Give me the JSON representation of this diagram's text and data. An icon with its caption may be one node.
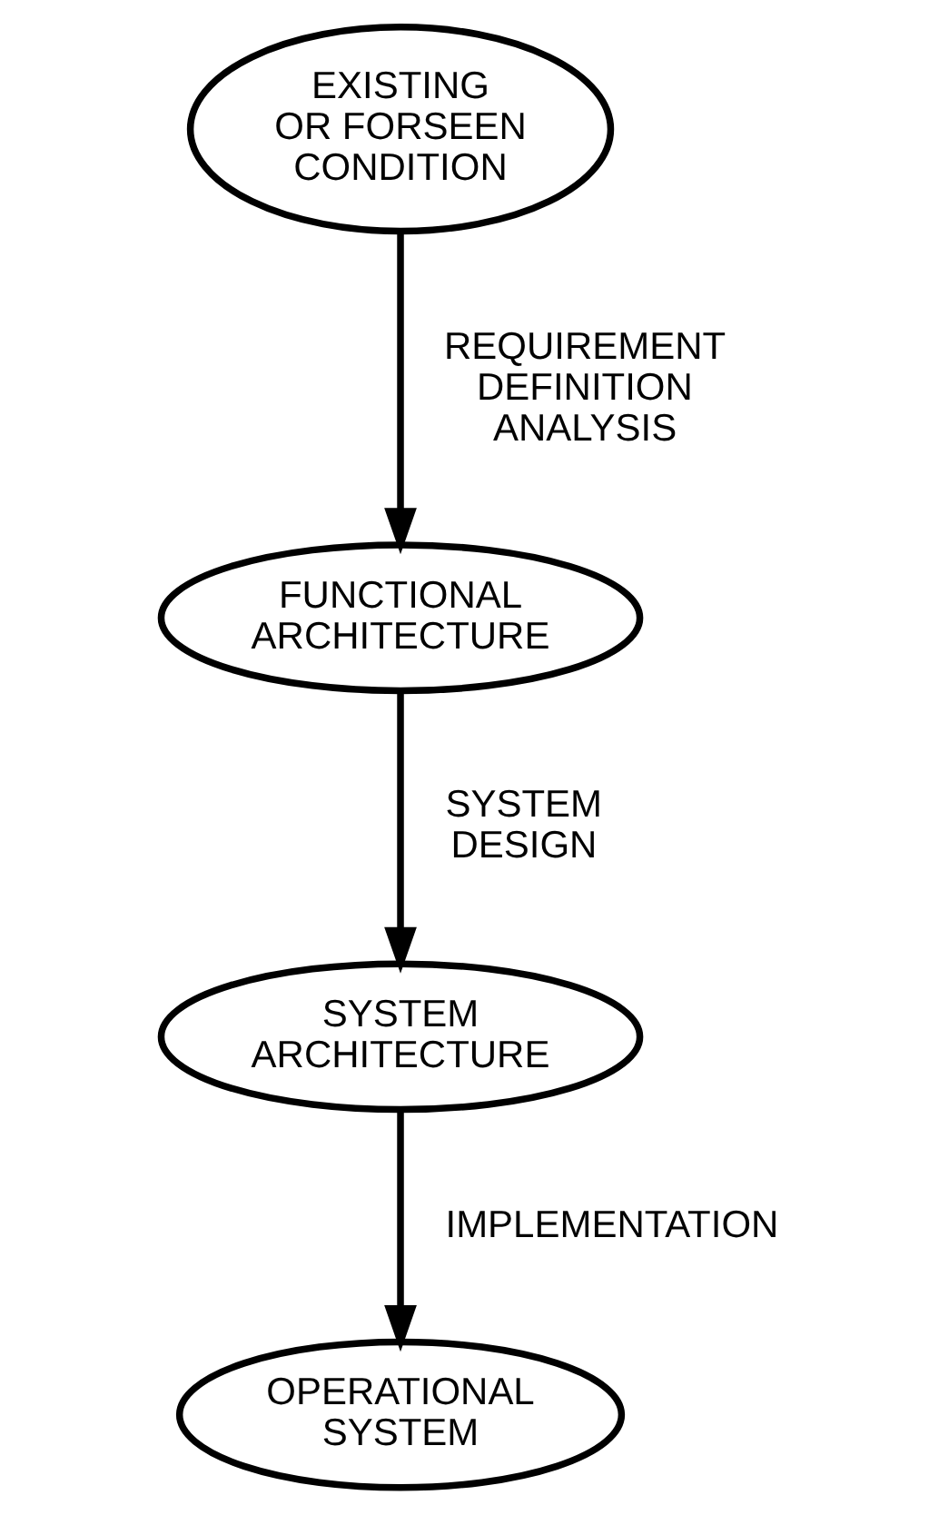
{
  "diagram": {
    "nodes": [
      {
        "text": [
          "EXISTING OR FORSEEN CONDITION"
        ]
      },
      {
        "text": [
          "FUNCTIONAL ARCHITECTURE"
        ]
      },
      {
        "text": [
          "SYSTEM ARCHITECTURE"
        ]
      },
      {
        "text": [
          "OPERATIONAL SYSTEM"
        ]
      }
    ],
    "edges": [
      {
        "from": 0,
        "to": 1,
        "arrow": "to",
        "label": "REQUIREMENT DEFINITION ANALYSIS"
      },
      {
        "from": 1,
        "to": 2,
        "arrow": "to",
        "label": "SYSTEM DESIGN"
      },
      {
        "from": 2,
        "to": 3,
        "arrow": "to",
        "label": "IMPLEMENTATION"
      }
    ]
  }
}
